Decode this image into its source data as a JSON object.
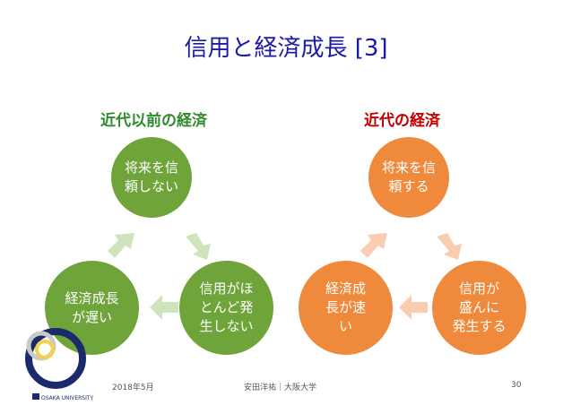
{
  "title": "信用と経済成長 [3]",
  "sections": {
    "left_label": "近代以前の経済",
    "right_label": "近代の経済"
  },
  "left_cycle": {
    "top": "将来を信\n頼しない",
    "right": "信用がほ\nとんど発\n生しない",
    "left": "経済成長\nが遅い"
  },
  "right_cycle": {
    "top": "将来を信\n頼する",
    "right": "信用が\n盛んに\n発生する",
    "left": "経済成\n長が速\nい"
  },
  "footer": {
    "date": "2018年5月",
    "author": "安田洋祐｜大阪大学",
    "page": "30",
    "logo_text": "OSAKA UNIVERSITY"
  },
  "colors": {
    "green": "#6fa43a",
    "green_arrow": "#cfe3bd",
    "orange": "#ef8a3c",
    "orange_arrow": "#f8cdb2",
    "title": "#1a1aa6"
  }
}
